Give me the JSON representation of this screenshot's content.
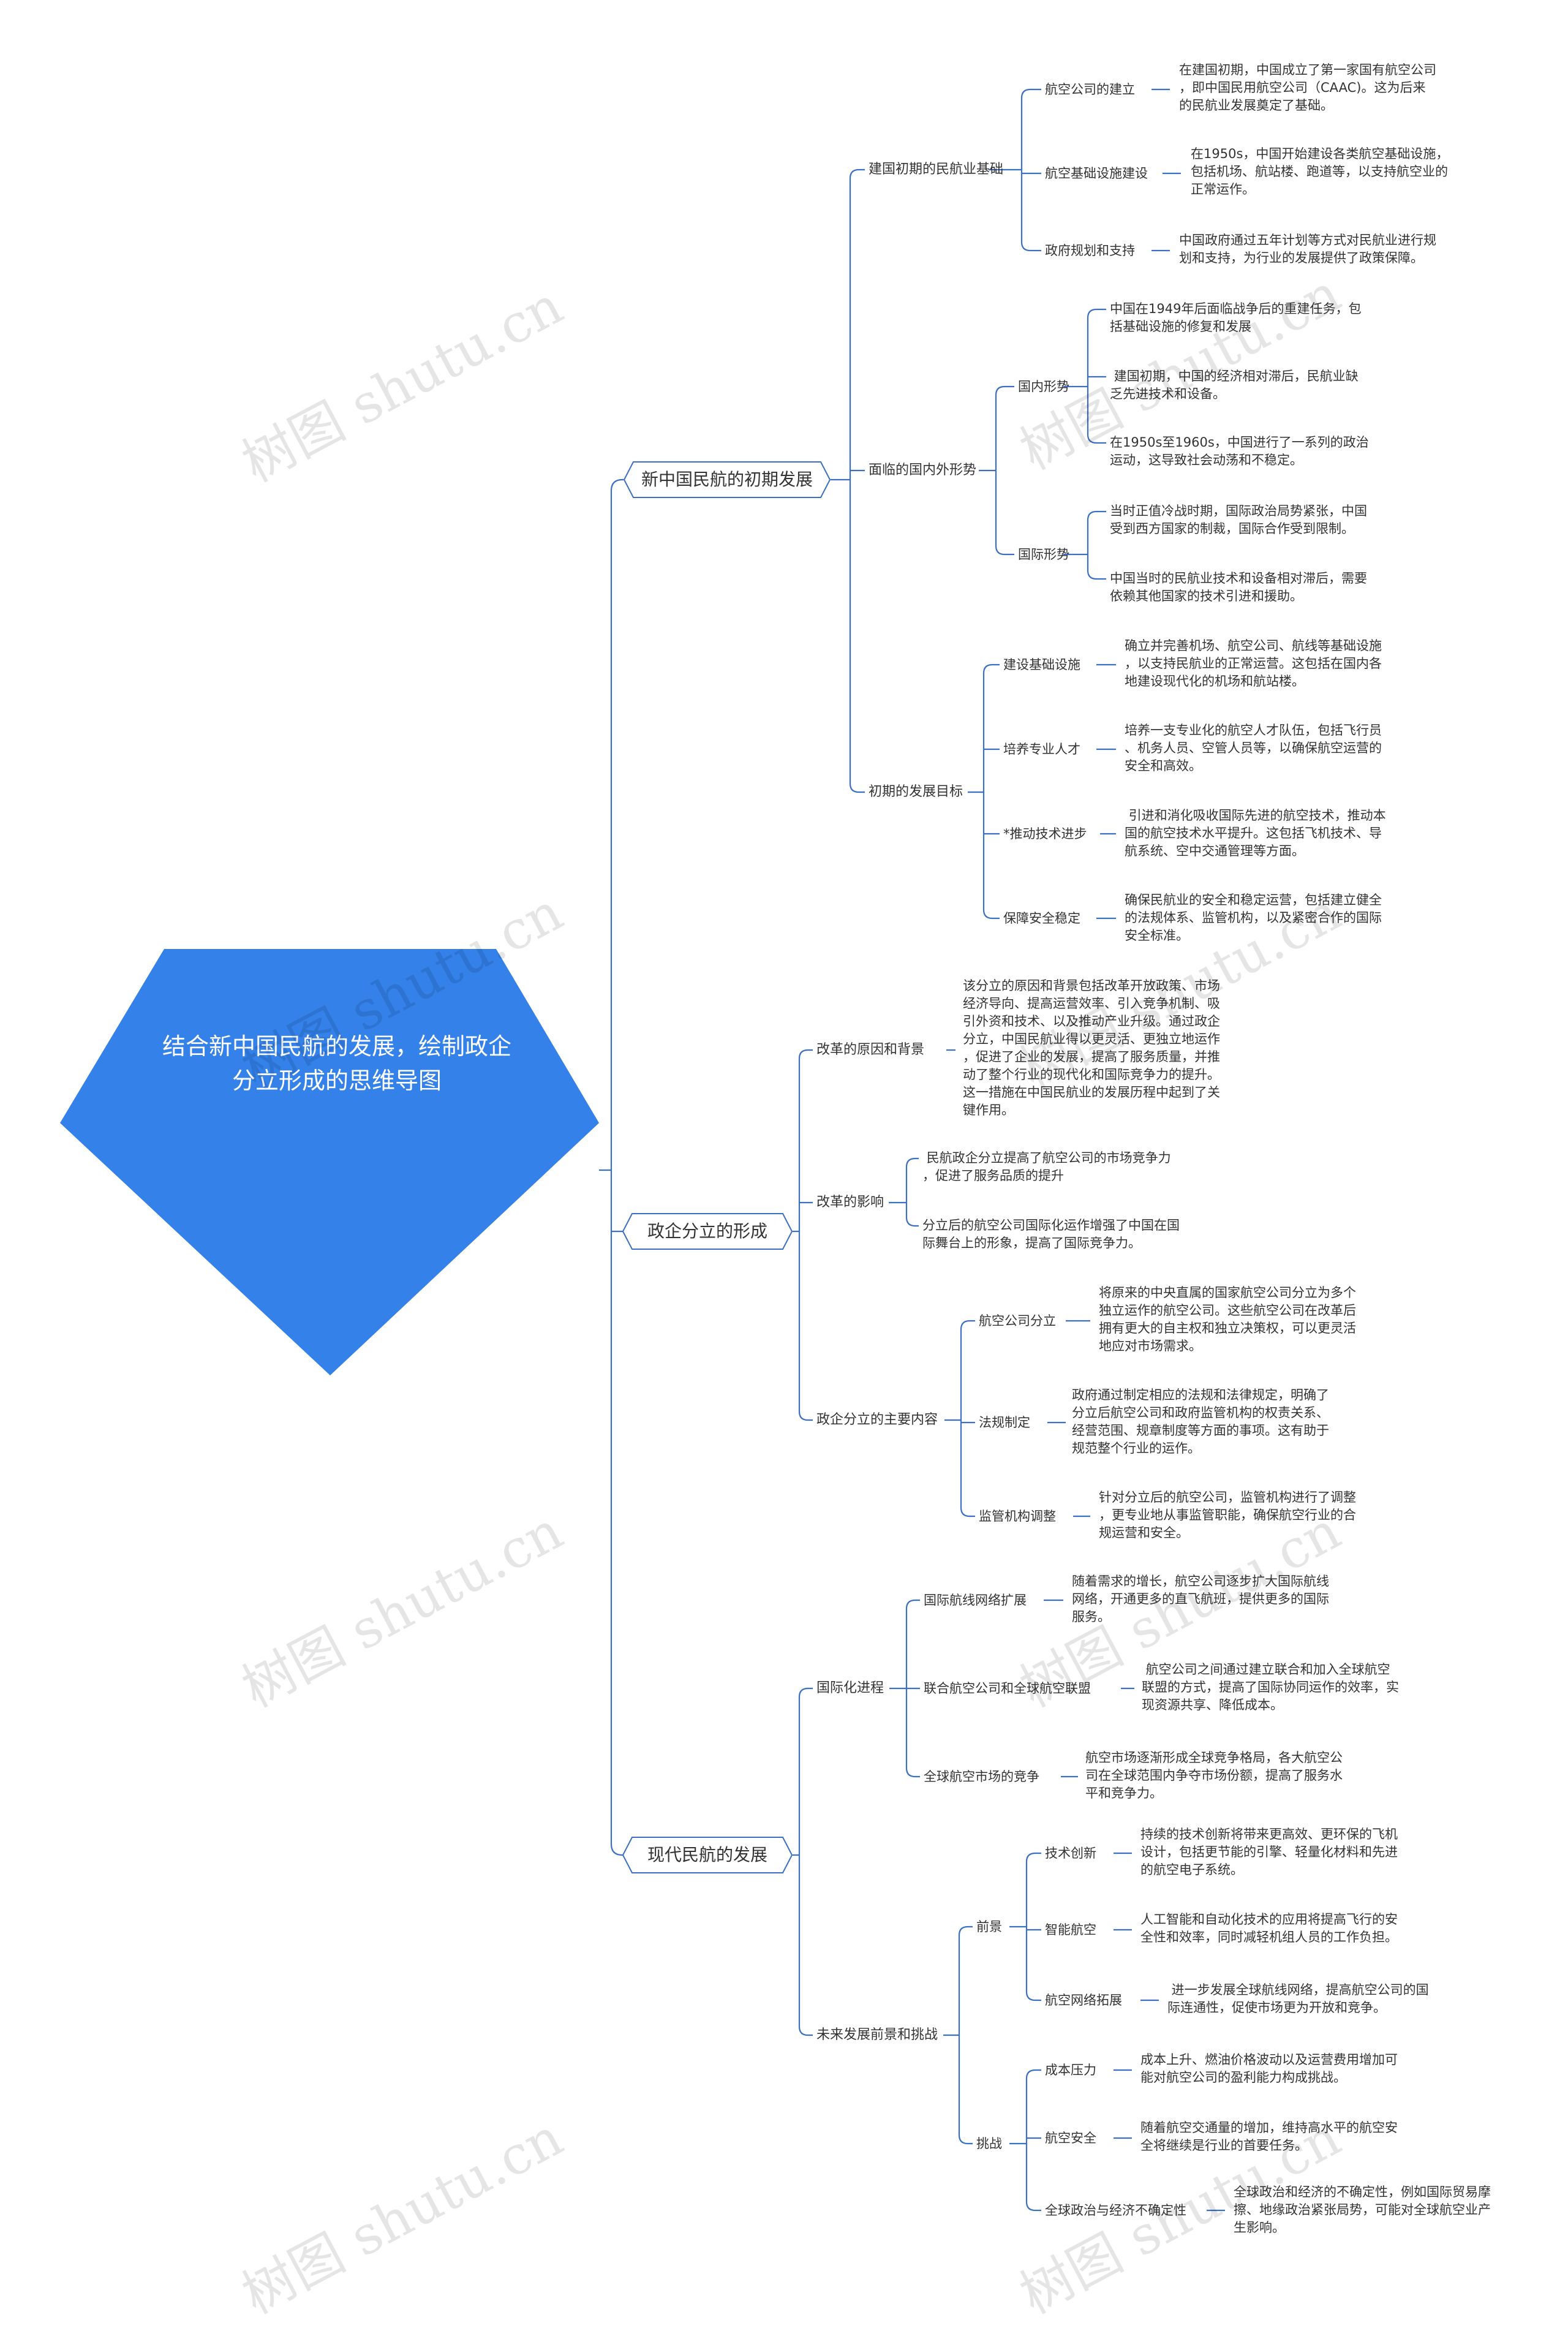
{
  "root": {
    "title": "结合新中国民航的发展，绘制政企分立形成的思维导图",
    "color": "#3381e9"
  },
  "line_color": "#3a6fc4",
  "watermark": "树图 shutu.cn",
  "branches": [
    {
      "label": "新中国民航的初期发展",
      "children": [
        {
          "label": "建国初期的民航业基础",
          "children": [
            {
              "label": "航空公司的建立",
              "text": [
                "在建国初期，中国成立了第一家国有航空公司",
                "，即中国民用航空公司（CAAC)。这为后来",
                "的民航业发展奠定了基础。"
              ]
            },
            {
              "label": "航空基础设施建设",
              "text": [
                "在1950s，中国开始建设各类航空基础设施，",
                "包括机场、航站楼、跑道等，以支持航空业的",
                "正常运作。"
              ]
            },
            {
              "label": "政府规划和支持",
              "text": [
                "中国政府通过五年计划等方式对民航业进行规",
                "划和支持，为行业的发展提供了政策保障。"
              ]
            }
          ]
        },
        {
          "label": "面临的国内外形势",
          "children": [
            {
              "label": "国内形势",
              "items": [
                [
                  "中国在1949年后面临战争后的重建任务，包",
                  "括基础设施的修复和发展"
                ],
                [
                  " 建国初期，中国的经济相对滞后，民航业缺",
                  "乏先进技术和设备。"
                ],
                [
                  "在1950s至1960s，中国进行了一系列的政治",
                  "运动，这导致社会动荡和不稳定。"
                ]
              ]
            },
            {
              "label": "国际形势",
              "items": [
                [
                  "当时正值冷战时期，国际政治局势紧张，中国",
                  "受到西方国家的制裁，国际合作受到限制。"
                ],
                [
                  "中国当时的民航业技术和设备相对滞后，需要",
                  "依赖其他国家的技术引进和援助。"
                ]
              ]
            }
          ]
        },
        {
          "label": "初期的发展目标",
          "children": [
            {
              "label": "建设基础设施",
              "text": [
                "确立并完善机场、航空公司、航线等基础设施",
                "，以支持民航业的正常运营。这包括在国内各",
                "地建设现代化的机场和航站楼。"
              ]
            },
            {
              "label": "培养专业人才",
              "text": [
                "培养一支专业化的航空人才队伍，包括飞行员",
                "、机务人员、空管人员等，以确保航空运营的",
                "安全和高效。"
              ]
            },
            {
              "label": "*推动技术进步",
              "text": [
                " 引进和消化吸收国际先进的航空技术，推动本",
                "国的航空技术水平提升。这包括飞机技术、导",
                "航系统、空中交通管理等方面。"
              ]
            },
            {
              "label": "保障安全稳定",
              "text": [
                "确保民航业的安全和稳定运营，包括建立健全",
                "的法规体系、监管机构，以及紧密合作的国际",
                "安全标准。"
              ]
            }
          ]
        }
      ]
    },
    {
      "label": "政企分立的形成",
      "children": [
        {
          "label": "改革的原因和背景",
          "items": [
            [
              "该分立的原因和背景包括改革开放政策、市场",
              "经济导向、提高运营效率、引入竞争机制、吸",
              "引外资和技术、以及推动产业升级。通过政企",
              "分立，中国民航业得以更灵活、更独立地运作",
              "，促进了企业的发展，提高了服务质量，并推",
              "动了整个行业的现代化和国际竞争力的提升。",
              "这一措施在中国民航业的发展历程中起到了关",
              "键作用。"
            ]
          ]
        },
        {
          "label": "改革的影响",
          "items": [
            [
              " 民航政企分立提高了航空公司的市场竞争力",
              "，促进了服务品质的提升"
            ],
            [
              "分立后的航空公司国际化运作增强了中国在国",
              "际舞台上的形象，提高了国际竞争力。"
            ]
          ]
        },
        {
          "label": "政企分立的主要内容",
          "children": [
            {
              "label": "航空公司分立",
              "text": [
                "将原来的中央直属的国家航空公司分立为多个",
                "独立运作的航空公司。这些航空公司在改革后",
                "拥有更大的自主权和独立决策权，可以更灵活",
                "地应对市场需求。"
              ]
            },
            {
              "label": "法规制定",
              "text": [
                "政府通过制定相应的法规和法律规定，明确了",
                "分立后航空公司和政府监管机构的权责关系、",
                "经营范围、规章制度等方面的事项。这有助于",
                "规范整个行业的运作。"
              ]
            },
            {
              "label": "监管机构调整",
              "text": [
                "针对分立后的航空公司，监管机构进行了调整",
                "，更专业地从事监管职能，确保航空行业的合",
                "规运营和安全。"
              ]
            }
          ]
        }
      ]
    },
    {
      "label": "现代民航的发展",
      "children": [
        {
          "label": "国际化进程",
          "children": [
            {
              "label": "国际航线网络扩展",
              "text": [
                "随着需求的增长，航空公司逐步扩大国际航线",
                "网络，开通更多的直飞航班，提供更多的国际",
                "服务。"
              ]
            },
            {
              "label": "联合航空公司和全球航空联盟",
              "text": [
                " 航空公司之间通过建立联合和加入全球航空",
                "联盟的方式，提高了国际协同运作的效率，实",
                "现资源共享、降低成本。"
              ]
            },
            {
              "label": "全球航空市场的竞争",
              "text": [
                "航空市场逐渐形成全球竞争格局，各大航空公",
                "司在全球范围内争夺市场份额，提高了服务水",
                "平和竞争力。"
              ]
            }
          ]
        },
        {
          "label": "未来发展前景和挑战",
          "children": [
            {
              "label": "前景",
              "children": [
                {
                  "label": "技术创新",
                  "text": [
                    "持续的技术创新将带来更高效、更环保的飞机",
                    "设计，包括更节能的引擎、轻量化材料和先进",
                    "的航空电子系统。"
                  ]
                },
                {
                  "label": "智能航空",
                  "text": [
                    "人工智能和自动化技术的应用将提高飞行的安",
                    "全性和效率，同时减轻机组人员的工作负担。"
                  ]
                },
                {
                  "label": "航空网络拓展",
                  "text": [
                    " 进一步发展全球航线网络，提高航空公司的国",
                    "际连通性，促使市场更为开放和竞争。"
                  ]
                }
              ]
            },
            {
              "label": "挑战",
              "children": [
                {
                  "label": "成本压力",
                  "text": [
                    "成本上升、燃油价格波动以及运营费用增加可",
                    "能对航空公司的盈利能力构成挑战。"
                  ]
                },
                {
                  "label": "航空安全",
                  "text": [
                    "随着航空交通量的增加，维持高水平的航空安",
                    "全将继续是行业的首要任务。"
                  ]
                },
                {
                  "label": "全球政治与经济不确定性",
                  "text": [
                    "全球政治和经济的不确定性，例如国际贸易摩",
                    "擦、地缘政治紧张局势，可能对全球航空业产",
                    "生影响。"
                  ]
                }
              ]
            }
          ]
        }
      ]
    }
  ]
}
